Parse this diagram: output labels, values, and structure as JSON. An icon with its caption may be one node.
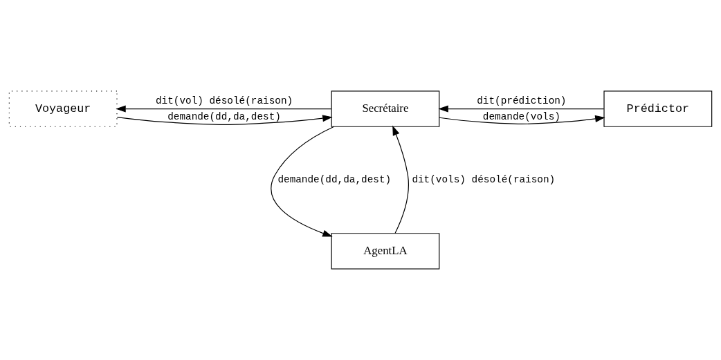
{
  "diagram": {
    "nodes": [
      {
        "text": [
          "Voyageur"
        ]
      },
      {
        "text": [
          "Secrétaire"
        ]
      },
      {
        "text": [
          "Prédictor"
        ]
      },
      {
        "text": [
          "AgentLA"
        ]
      }
    ],
    "edges": [
      {
        "from": 0,
        "to": 1,
        "arrow": "to",
        "label": "demande(dd,da,dest)"
      },
      {
        "from": 1,
        "to": 0,
        "arrow": "to",
        "label": "dit(vol) désolé(raison)"
      },
      {
        "from": 1,
        "to": 2,
        "arrow": "to",
        "label": "demande(vols)"
      },
      {
        "from": 2,
        "to": 1,
        "arrow": "to",
        "label": "dit(prédiction)"
      },
      {
        "from": 1,
        "to": 3,
        "arrow": "to",
        "label": "demande(dd,da,dest)"
      },
      {
        "from": 3,
        "to": 1,
        "arrow": "to",
        "label": "dit(vols) désolé(raison)"
      }
    ]
  }
}
